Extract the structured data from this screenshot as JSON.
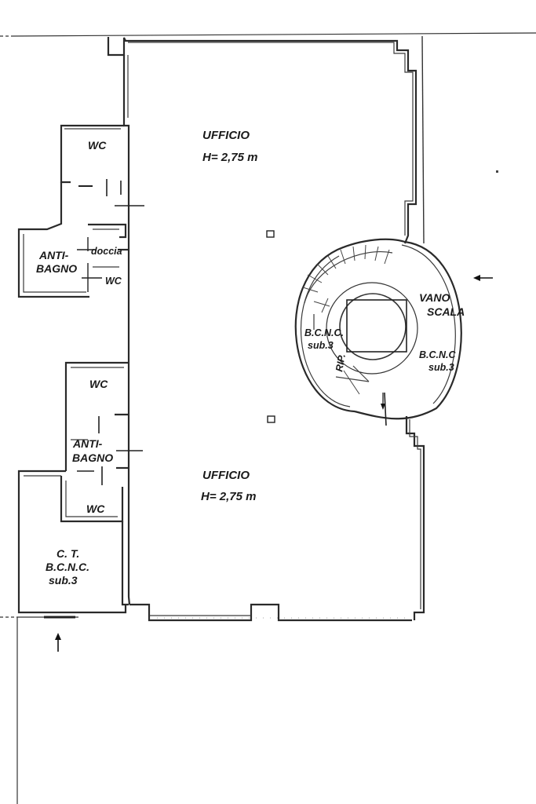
{
  "plan": {
    "office_top": {
      "name": "UFFICIO",
      "height": "H= 2,75 m"
    },
    "office_bottom": {
      "name": "UFFICIO",
      "height": "H= 2,75 m"
    },
    "wc_top": "WC",
    "antibagno_top": {
      "line1": "ANTI-",
      "line2": "BAGNO"
    },
    "doccia": "doccia",
    "wc_top_2": "WC",
    "wc_mid": "WC",
    "antibagno_mid": {
      "line1": "ANTI-",
      "line2": "BAGNO"
    },
    "wc_low": "WC",
    "ct": {
      "line1": "C. T.",
      "line2": "B.C.N.C.",
      "line3": "sub.3"
    },
    "vano_scala": {
      "line1": "VANO",
      "line2": "SCALA"
    },
    "bcnc_left": {
      "line1": "B.C.N.C.",
      "line2": "sub.3"
    },
    "bcnc_right": {
      "line1": "B.C.N.C",
      "line2": "sub.3"
    },
    "rip": "RIP."
  }
}
